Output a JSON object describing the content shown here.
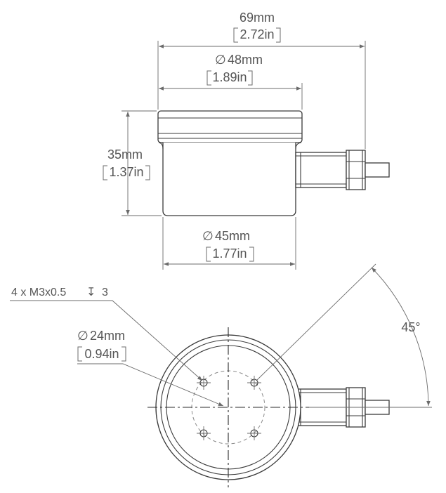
{
  "dimensions": {
    "overall_width_mm": "69mm",
    "overall_width_in": "2.72in",
    "top_diameter_mm": "48mm",
    "top_diameter_in": "1.89in",
    "height_mm": "35mm",
    "height_in": "1.37in",
    "base_diameter_mm": "45mm",
    "base_diameter_in": "1.77in",
    "bolt_circle_mm": "24mm",
    "bolt_circle_in": "0.94in",
    "angle": "45°"
  },
  "callouts": {
    "thread_prefix": "4 x M3x0.5",
    "thread_depth_symbol": "↧",
    "thread_depth": "3",
    "diameter_symbol": "∅"
  },
  "colors": {
    "line": "#3a3a3a",
    "dimension": "#6b6b6b",
    "text": "#555555"
  }
}
